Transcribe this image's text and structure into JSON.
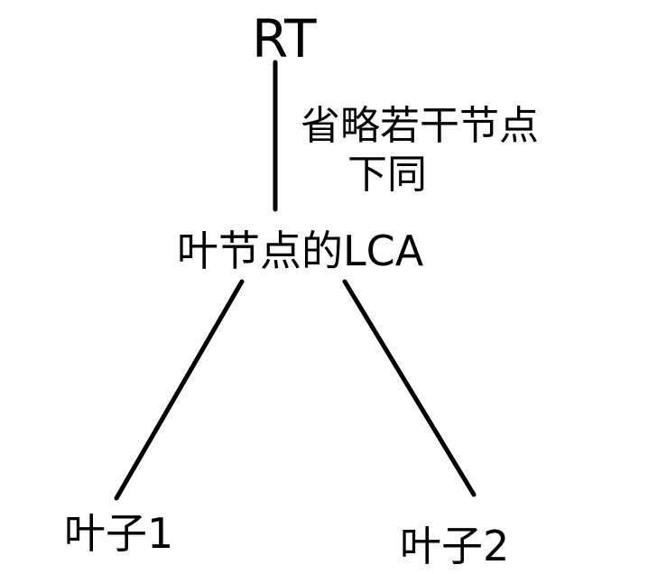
{
  "diagram": {
    "type": "tree",
    "nodes": {
      "root": {
        "label": "RT"
      },
      "lca": {
        "label": "叶节点的LCA"
      },
      "leaf1": {
        "label": "叶子1"
      },
      "leaf2": {
        "label": "叶子2"
      }
    },
    "annotation": {
      "line1": "省略若干节点",
      "line2": "下同"
    },
    "edges": [
      {
        "from": "root",
        "to": "lca",
        "note": "省略若干节点"
      },
      {
        "from": "lca",
        "to": "leaf1"
      },
      {
        "from": "lca",
        "to": "leaf2"
      }
    ],
    "colors": {
      "line": "#000000",
      "text": "#000000",
      "background": "#ffffff"
    }
  }
}
